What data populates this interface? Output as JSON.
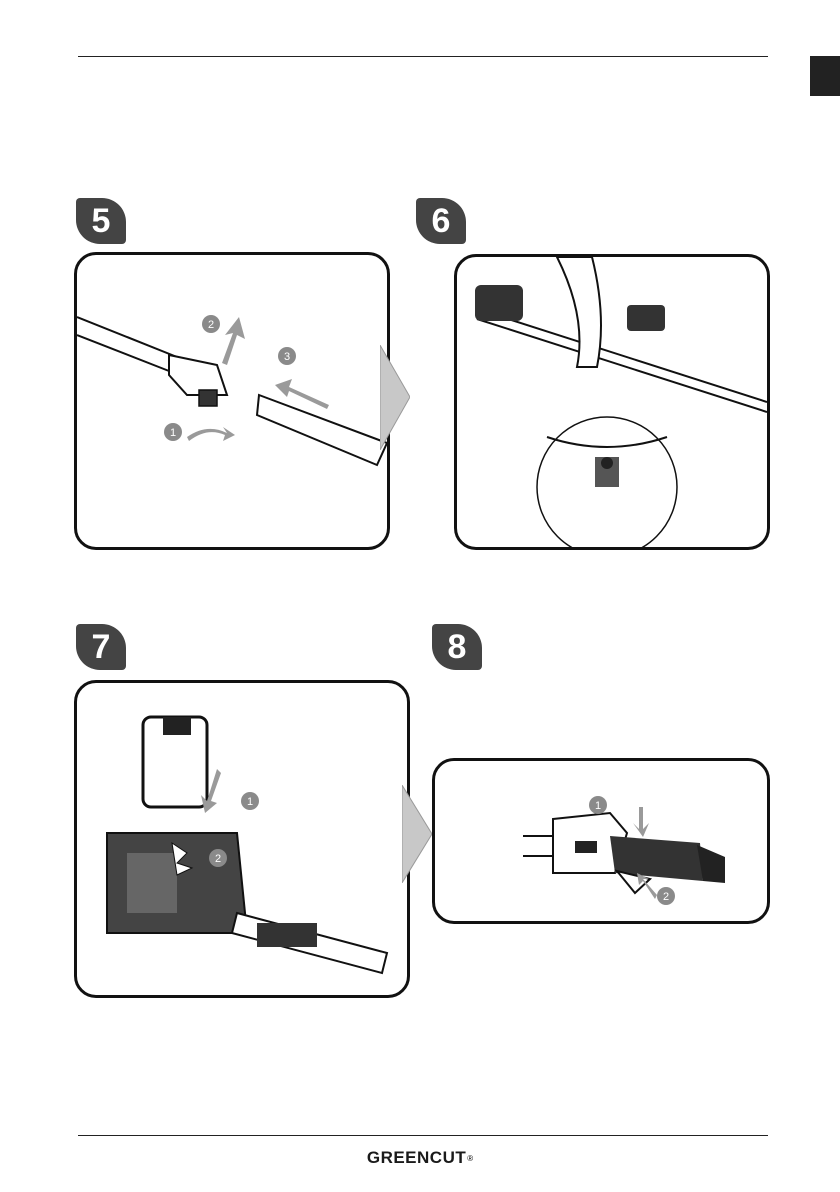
{
  "steps": [
    {
      "number": "5"
    },
    {
      "number": "6"
    },
    {
      "number": "7"
    },
    {
      "number": "8"
    }
  ],
  "callouts": {
    "step5": [
      "1",
      "2",
      "3"
    ],
    "step7": [
      "1",
      "2"
    ],
    "step8": [
      "1",
      "2"
    ]
  },
  "footer": {
    "logo_text": "GREENCUT",
    "logo_mark": "®"
  },
  "colors": {
    "badge": "#444444",
    "callout": "#8a8a8a",
    "arrow": "#9a9a9a",
    "side_tab": "#222222"
  }
}
